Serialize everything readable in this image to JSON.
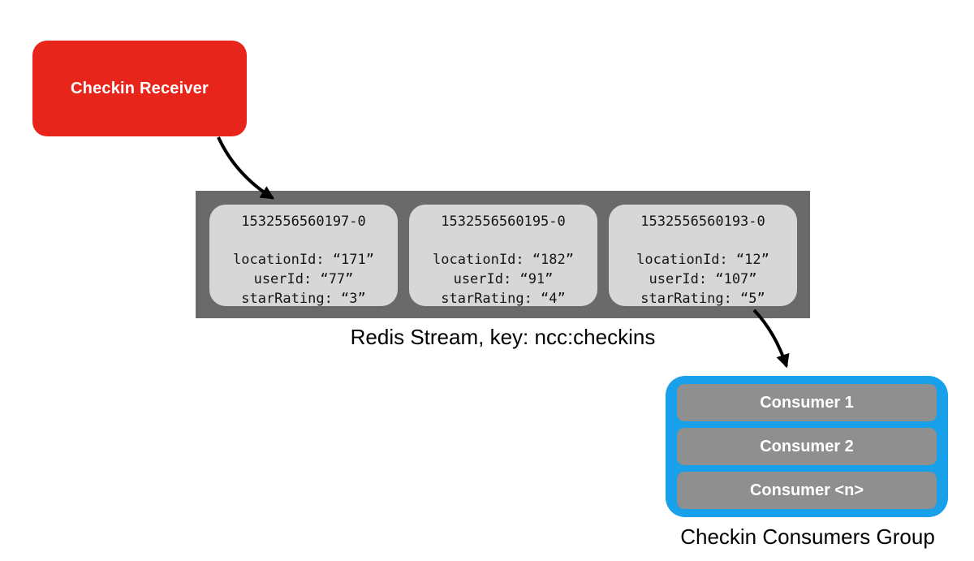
{
  "receiver": {
    "label": "Checkin Receiver"
  },
  "stream": {
    "caption": "Redis Stream, key: ncc:checkins",
    "entries": [
      {
        "id": "1532556560197-0",
        "fields": [
          "locationId: “171”",
          "userId: “77”",
          "starRating: “3”"
        ]
      },
      {
        "id": "1532556560195-0",
        "fields": [
          "locationId: “182”",
          "userId: “91”",
          "starRating: “4”"
        ]
      },
      {
        "id": "1532556560193-0",
        "fields": [
          "locationId: “12”",
          "userId: “107”",
          "starRating: “5”"
        ]
      }
    ]
  },
  "consumers": {
    "caption": "Checkin Consumers Group",
    "items": [
      "Consumer 1",
      "Consumer 2",
      "Consumer <n>"
    ]
  },
  "colors": {
    "receiver_red": "#e8251a",
    "stream_background": "#6a6a6a",
    "entry_background": "#d7d7d7",
    "consumers_blue": "#18a0ea",
    "consumer_bar_gray": "#8f8f8f",
    "arrow_black": "#000000"
  }
}
